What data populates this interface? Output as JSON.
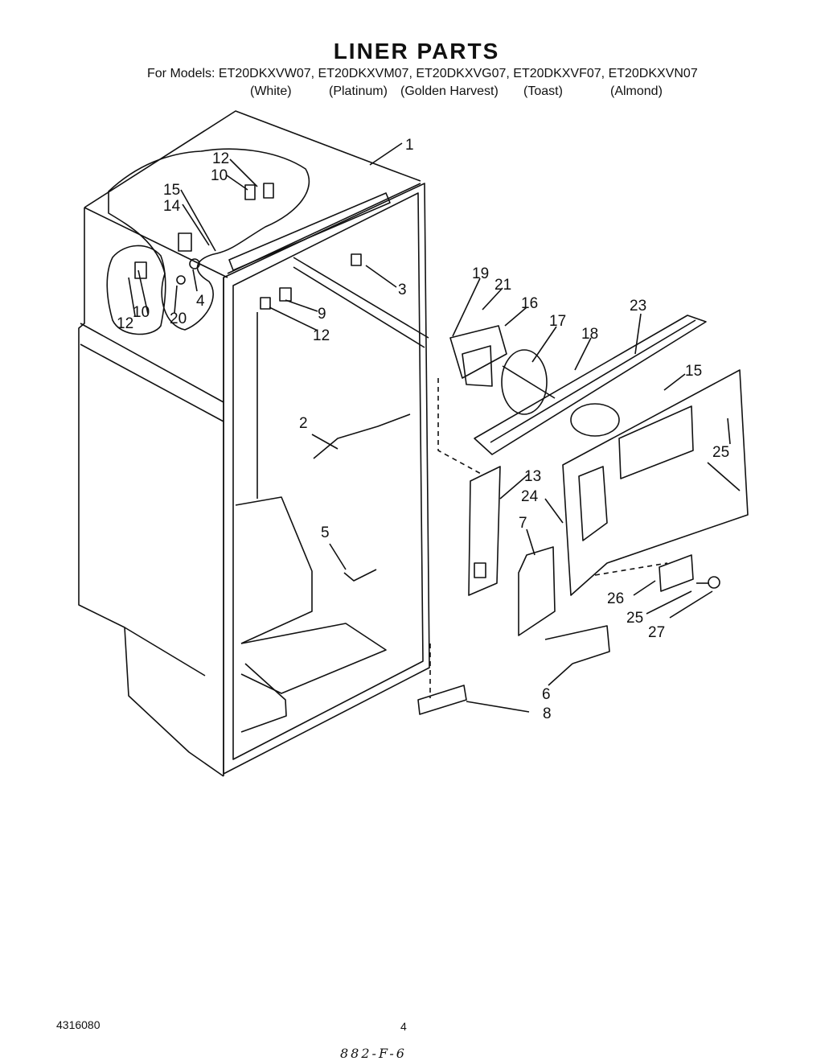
{
  "title": "LINER PARTS",
  "models_line": "For Models: ET20DKXVW07, ET20DKXVM07, ET20DKXVG07, ET20DKXVF07, ET20DKXVN07",
  "colors": [
    "(White)",
    "(Platinum)",
    "(Golden Harvest)",
    "(Toast)",
    "(Almond)"
  ],
  "callouts": [
    "1",
    "2",
    "3",
    "4",
    "5",
    "6",
    "7",
    "8",
    "9",
    "10",
    "10",
    "12",
    "12",
    "12",
    "13",
    "14",
    "15",
    "15",
    "16",
    "17",
    "18",
    "19",
    "20",
    "21",
    "23",
    "24",
    "25",
    "25",
    "26",
    "27"
  ],
  "footer": {
    "part_number": "4316080",
    "page": "4",
    "handwritten_note": "882-F-6"
  }
}
